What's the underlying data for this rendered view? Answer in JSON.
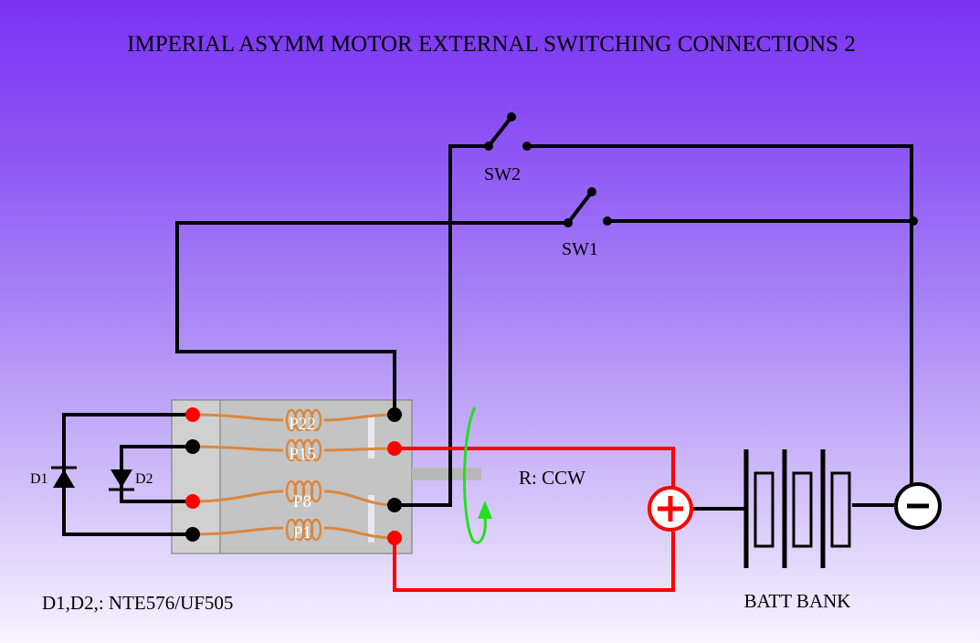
{
  "title": "IMPERIAL ASYMM MOTOR EXTERNAL SWITCHING CONNECTIONS 2",
  "switches": {
    "sw2": "SW2",
    "sw1": "SW1"
  },
  "diodes": {
    "d1": "D1",
    "d2": "D2"
  },
  "windings": {
    "p22": "P22",
    "p15": "P15",
    "p8": "P8",
    "p1": "P1"
  },
  "rotation": "R: CCW",
  "diode_parts": "D1,D2,: NTE576/UF505",
  "battery": "BATT BANK",
  "colors": {
    "wire": "#000000",
    "positive": "#ff0000",
    "coil": "#d9873f",
    "arrow": "#22e01f",
    "housing": "#c8c8c8"
  },
  "terminals": {
    "plus": "+",
    "minus": "−"
  }
}
